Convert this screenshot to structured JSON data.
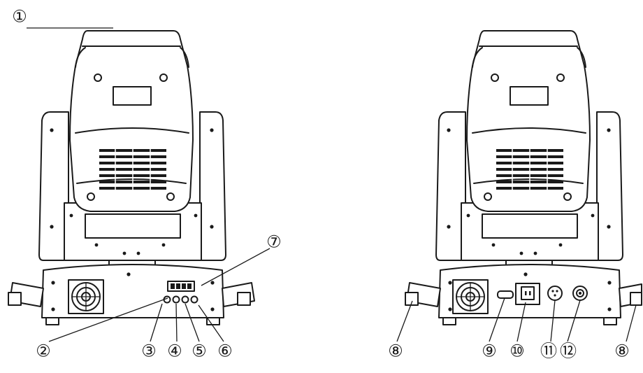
{
  "callouts": {
    "c1": "①",
    "c2": "②",
    "c3": "③",
    "c4": "④",
    "c5": "⑤",
    "c6": "⑥",
    "c7": "⑦",
    "c8a": "⑧",
    "c9": "⑨",
    "c10": "⑩",
    "c11": "⑪",
    "c12": "⑫",
    "c8b": "⑧"
  },
  "colors": {
    "line": "#1a1a1a",
    "background": "#ffffff"
  }
}
